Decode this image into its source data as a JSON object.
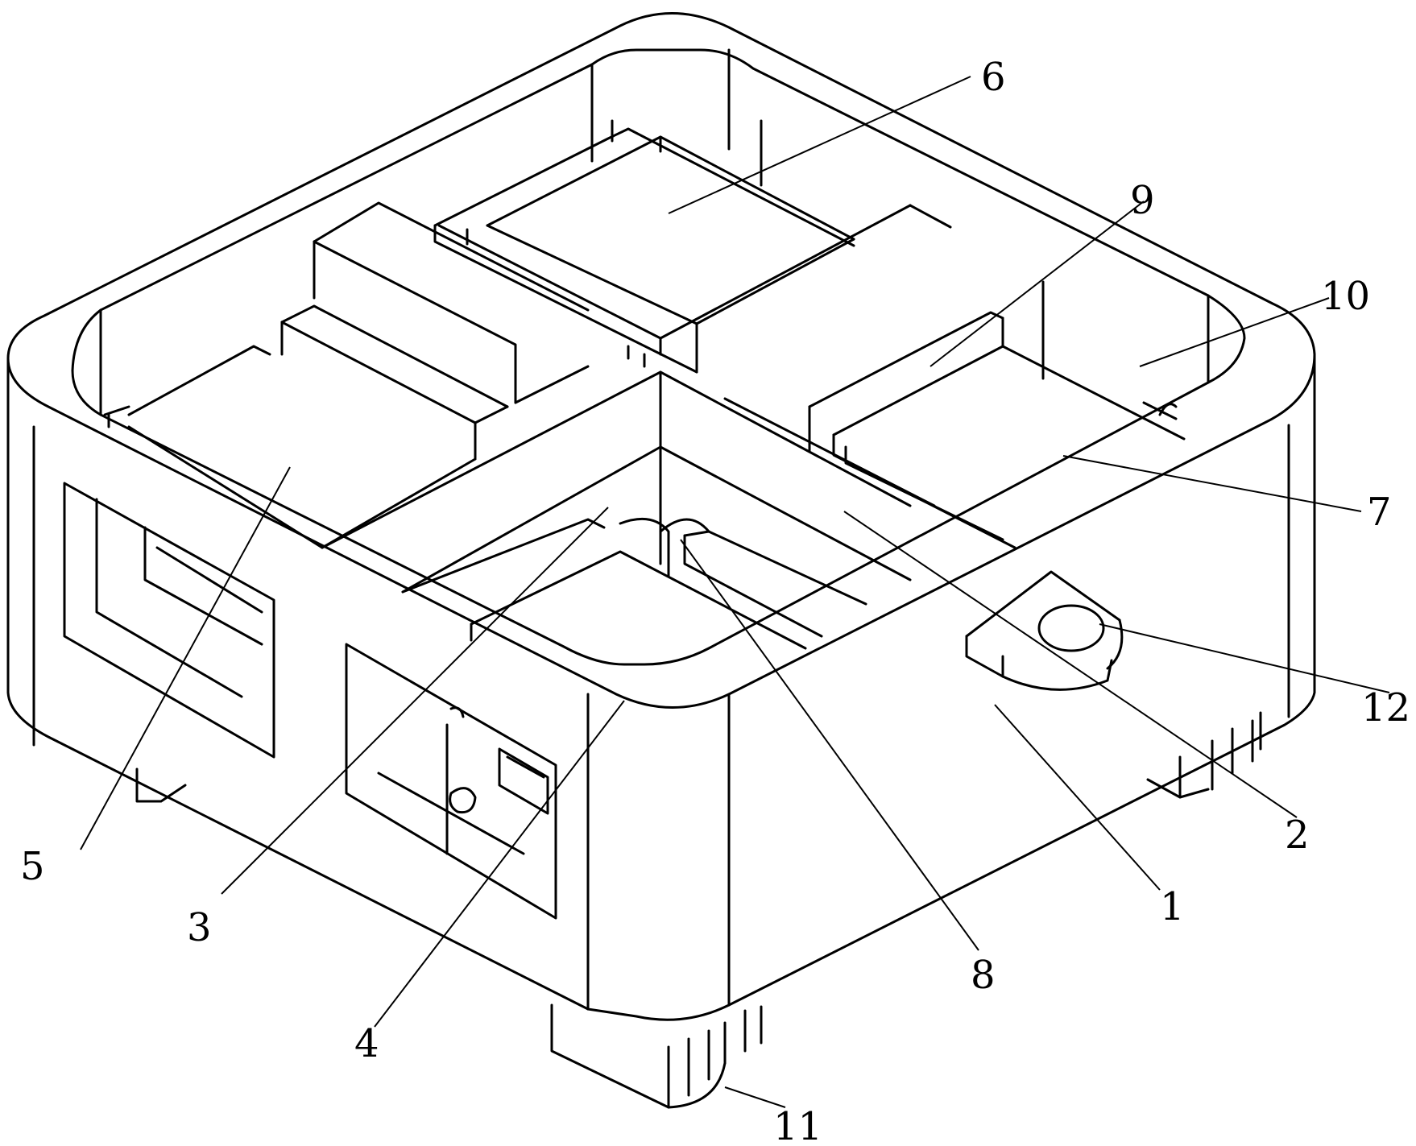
{
  "diagram": {
    "callouts": [
      {
        "id": "label-1",
        "text": "1"
      },
      {
        "id": "label-2",
        "text": "2"
      },
      {
        "id": "label-3",
        "text": "3"
      },
      {
        "id": "label-4",
        "text": "4"
      },
      {
        "id": "label-5",
        "text": "5"
      },
      {
        "id": "label-6",
        "text": "6"
      },
      {
        "id": "label-7",
        "text": "7"
      },
      {
        "id": "label-8",
        "text": "8"
      },
      {
        "id": "label-9",
        "text": "9"
      },
      {
        "id": "label-10",
        "text": "10"
      },
      {
        "id": "label-11",
        "text": "11"
      },
      {
        "id": "label-12",
        "text": "12"
      }
    ],
    "colors": {
      "line": "#000000",
      "background": "#ffffff"
    }
  }
}
